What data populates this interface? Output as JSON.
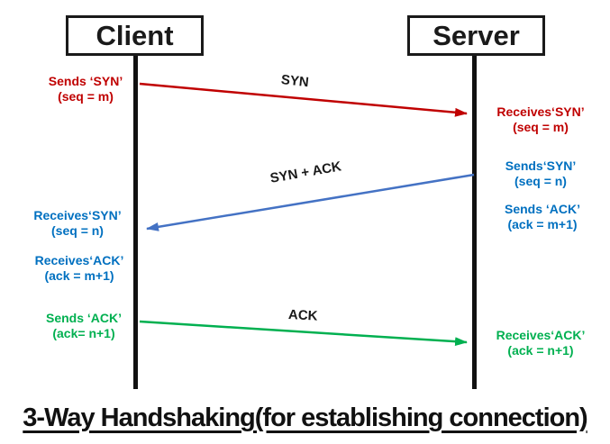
{
  "colors": {
    "red": "#C00000",
    "blue_arrow": "#4472C4",
    "blue_text": "#0070C0",
    "green": "#00B050"
  },
  "nodes": {
    "client": "Client",
    "server": "Server"
  },
  "arrows": {
    "syn": {
      "label": "SYN"
    },
    "syn_ack": {
      "label": "SYN + ACK"
    },
    "ack": {
      "label": "ACK"
    }
  },
  "notes": {
    "client_sends_syn": {
      "line1": "Sends ‘SYN’",
      "line2": "(seq = m)"
    },
    "server_receives_syn": {
      "line1": "Receives‘SYN’",
      "line2": "(seq = m)"
    },
    "server_sends_syn": {
      "line1": "Sends‘SYN’",
      "line2": "(seq = n)"
    },
    "server_sends_ack": {
      "line1": "Sends ‘ACK’",
      "line2": "(ack = m+1)"
    },
    "client_receives_syn": {
      "line1": "Receives‘SYN’",
      "line2": "(seq = n)"
    },
    "client_receives_ack": {
      "line1": "Receives‘ACK’",
      "line2": "(ack = m+1)"
    },
    "client_sends_ack": {
      "line1": "Sends ‘ACK’",
      "line2": "(ack= n+1)"
    },
    "server_receives_ack": {
      "line1": "Receives‘ACK’",
      "line2": "(ack = n+1)"
    }
  },
  "title": "3-Way Handshaking(for establishing connection)"
}
